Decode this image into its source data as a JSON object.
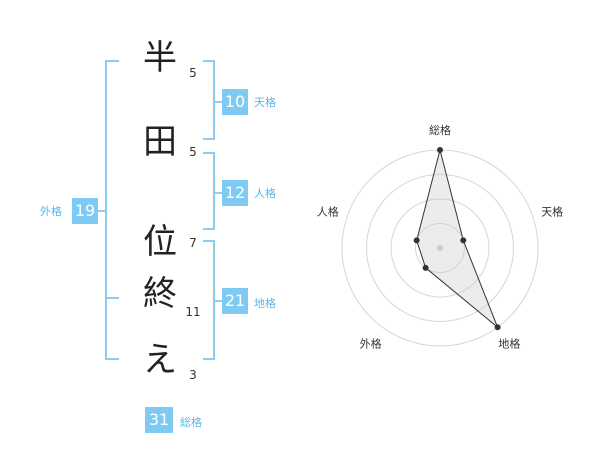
{
  "name": {
    "characters": [
      {
        "char": "半",
        "strokes": "5"
      },
      {
        "char": "田",
        "strokes": "5"
      },
      {
        "char": "位",
        "strokes": "7"
      },
      {
        "char": "終",
        "strokes": "11"
      },
      {
        "char": "え",
        "strokes": "3"
      }
    ]
  },
  "fortunes": {
    "tenkaku": {
      "value": "10",
      "label": "天格"
    },
    "jinkaku": {
      "value": "12",
      "label": "人格"
    },
    "chikaku": {
      "value": "21",
      "label": "地格"
    },
    "gaikaku": {
      "value": "19",
      "label": "外格"
    },
    "soukaku": {
      "value": "31",
      "label": "総格"
    }
  },
  "colors": {
    "accent": "#7fcaf3",
    "bracket": "#8fcdf0",
    "label": "#5ab5e8"
  },
  "chart_data": {
    "type": "radar",
    "axes": [
      "総格",
      "天格",
      "地格",
      "外格",
      "人格"
    ],
    "rings": 4,
    "max": 4,
    "values": [
      4,
      1,
      4,
      1,
      1
    ]
  }
}
